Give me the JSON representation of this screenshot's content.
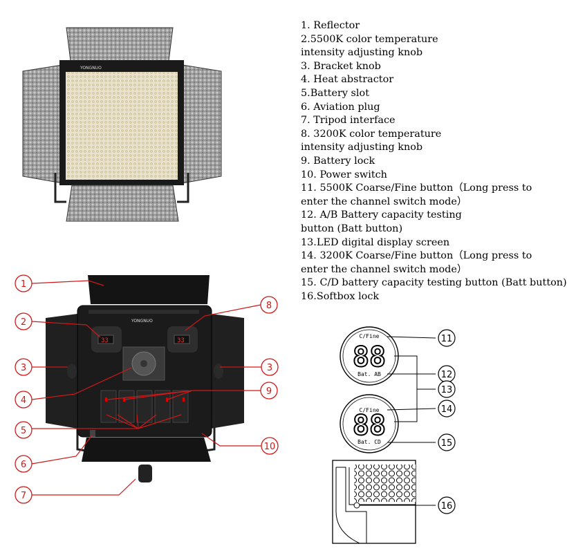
{
  "legend": {
    "items": [
      "1. Reflector",
      "2.5500K color temperature",
      "intensity adjusting knob",
      "3. Bracket knob",
      "4. Heat  abstractor",
      "5.Battery  slot",
      "6. Aviation  plug",
      "7. Tripod interface",
      "8. 3200K color temperature",
      "intensity adjusting knob",
      "9. Battery  lock",
      "10. Power switch",
      "11. 5500K Coarse/Fine  button（Long press to",
      "enter the channel switch mode）",
      "12. A/B Battery capacity testing",
      "button (Batt button)",
      "13.LED  digital display screen",
      "14. 3200K Coarse/Fine  button（Long press to",
      "enter the channel switch mode）",
      "15. C/D battery capacity testing button (Batt button)",
      "16.Softbox lock"
    ]
  },
  "front": {
    "brand": "YONGNUO"
  },
  "back": {
    "brand": "YONGNUO",
    "display_left": "33",
    "display_right": "33",
    "callouts": [
      "1",
      "2",
      "3",
      "4",
      "5",
      "6",
      "7",
      "8",
      "3",
      "9",
      "10"
    ]
  },
  "lcd_detail": {
    "top": {
      "label_top": "C/Fine",
      "digits": "88",
      "label_bottom": "Bat. AB"
    },
    "bottom": {
      "label_top": "C/Fine",
      "digits": "88",
      "label_bottom": "Bat. CD"
    },
    "callouts": [
      "11",
      "12",
      "13",
      "14",
      "15"
    ]
  },
  "softbox_detail": {
    "callouts": [
      "16"
    ]
  },
  "colors": {
    "callout": "#d01818",
    "body": "#1b1b1b",
    "panel": "#f2efe6"
  }
}
